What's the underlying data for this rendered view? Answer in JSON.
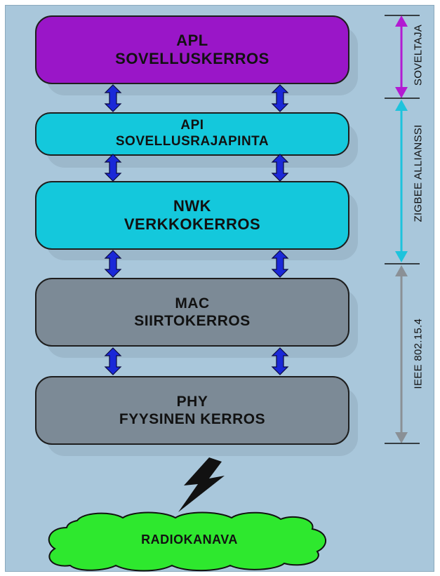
{
  "layers": [
    {
      "abbr": "APL",
      "name": "SOVELLUSKERROS",
      "color": "#9a16c8"
    },
    {
      "abbr": "API",
      "name": "SOVELLUSRAJAPINTA",
      "color": "#14c8dc"
    },
    {
      "abbr": "NWK",
      "name": "VERKKOKERROS",
      "color": "#14c8dc"
    },
    {
      "abbr": "MAC",
      "name": "SIIRTOKERROS",
      "color": "#7c8a96"
    },
    {
      "abbr": "PHY",
      "name": "FYYSINEN KERROS",
      "color": "#7c8a96"
    }
  ],
  "brackets": [
    {
      "label": "SOVELTAJA",
      "color": "#b21ad2"
    },
    {
      "label": "ZIGBEE ALLIANSSI",
      "color": "#1ec3dc"
    },
    {
      "label": "IEEE 802.15.4",
      "color": "#8a9096"
    }
  ],
  "channel": {
    "label": "RADIOKANAVA",
    "color": "#2ee82e"
  },
  "colors": {
    "arrow": "#1a28d8",
    "background": "#a9c7db",
    "lightning": "#111111"
  }
}
